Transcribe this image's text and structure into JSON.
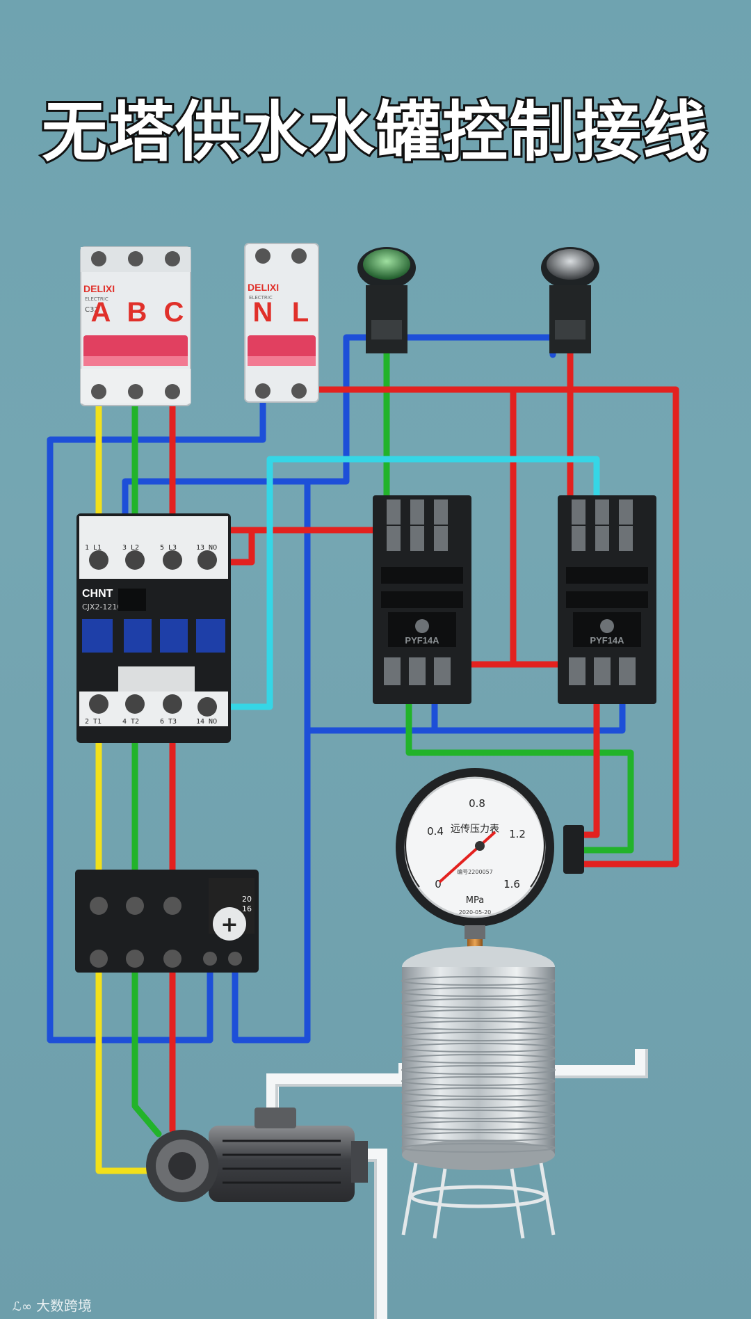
{
  "title": "无塔供水水罐控制接线",
  "breaker3p": {
    "brand": "DELIXI",
    "sub": "ELECTRIC",
    "model": "C32",
    "poles": [
      "A",
      "B",
      "C"
    ]
  },
  "breaker2p": {
    "brand": "DELIXI",
    "sub": "ELECTRIC",
    "poles": [
      "N",
      "L"
    ]
  },
  "contactor": {
    "brand": "CHNT",
    "model": "CJX2-1210",
    "top_terminals": [
      "1 L1",
      "3 L2",
      "5 L3",
      "13 NO"
    ],
    "bottom_terminals": [
      "2 T1",
      "4 T2",
      "6 T3",
      "14 NO"
    ]
  },
  "relays": {
    "label": "PYF14A"
  },
  "overload": {
    "dial_values": [
      "20",
      "16"
    ]
  },
  "gauge": {
    "label": "远传压力表",
    "unit": "MPa",
    "ticks": [
      "0",
      "0.4",
      "0.8",
      "1.2",
      "1.6"
    ],
    "serial": "编号2200057",
    "date": "2020-05-20"
  },
  "watermark": "大数跨境",
  "colors": {
    "yellow": "#f2e01a",
    "green": "#22b32a",
    "red": "#e3211f",
    "blue": "#1d4fd8",
    "cyan": "#35d6e6",
    "pipe": "#f5f7f8"
  }
}
